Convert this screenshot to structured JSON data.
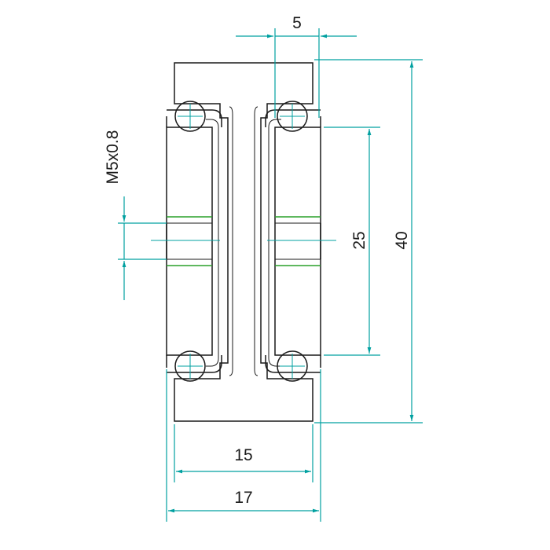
{
  "dimensions": {
    "ball_spacing": "5",
    "overall_height": "40",
    "inner_height": "25",
    "inner_width": "15",
    "overall_width": "17",
    "thread": "M5x0.8"
  },
  "colors": {
    "outline": "#1a1a1a",
    "hatch": "#e02020",
    "dimension": "#00a0a0",
    "thread": "#2aa02a",
    "background": "#ffffff"
  }
}
